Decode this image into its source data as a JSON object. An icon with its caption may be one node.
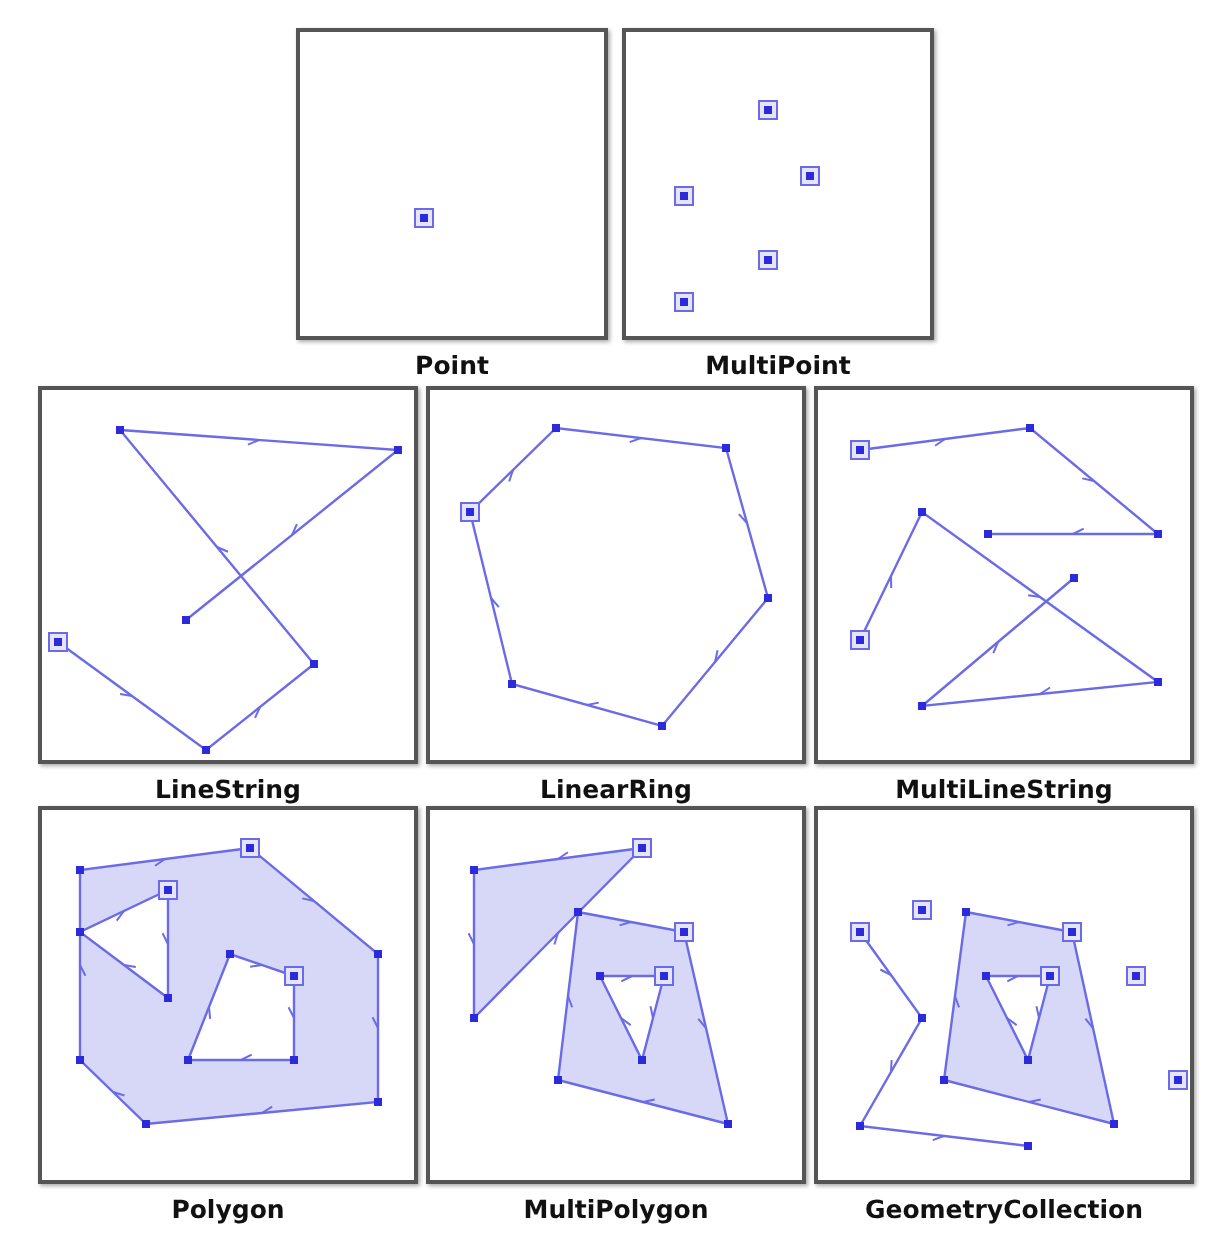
{
  "diagram": {
    "nodes": [
      {
        "text": [
          "Point"
        ]
      },
      {
        "text": [
          "MultiPoint"
        ]
      },
      {
        "text": [
          "LineString"
        ]
      },
      {
        "text": [
          "LinearRing"
        ]
      },
      {
        "text": [
          "MultiLineString"
        ]
      },
      {
        "text": [
          "Polygon"
        ]
      },
      {
        "text": [
          "MultiPolygon"
        ]
      },
      {
        "text": [
          "GeometryCollection"
        ]
      }
    ]
  }
}
